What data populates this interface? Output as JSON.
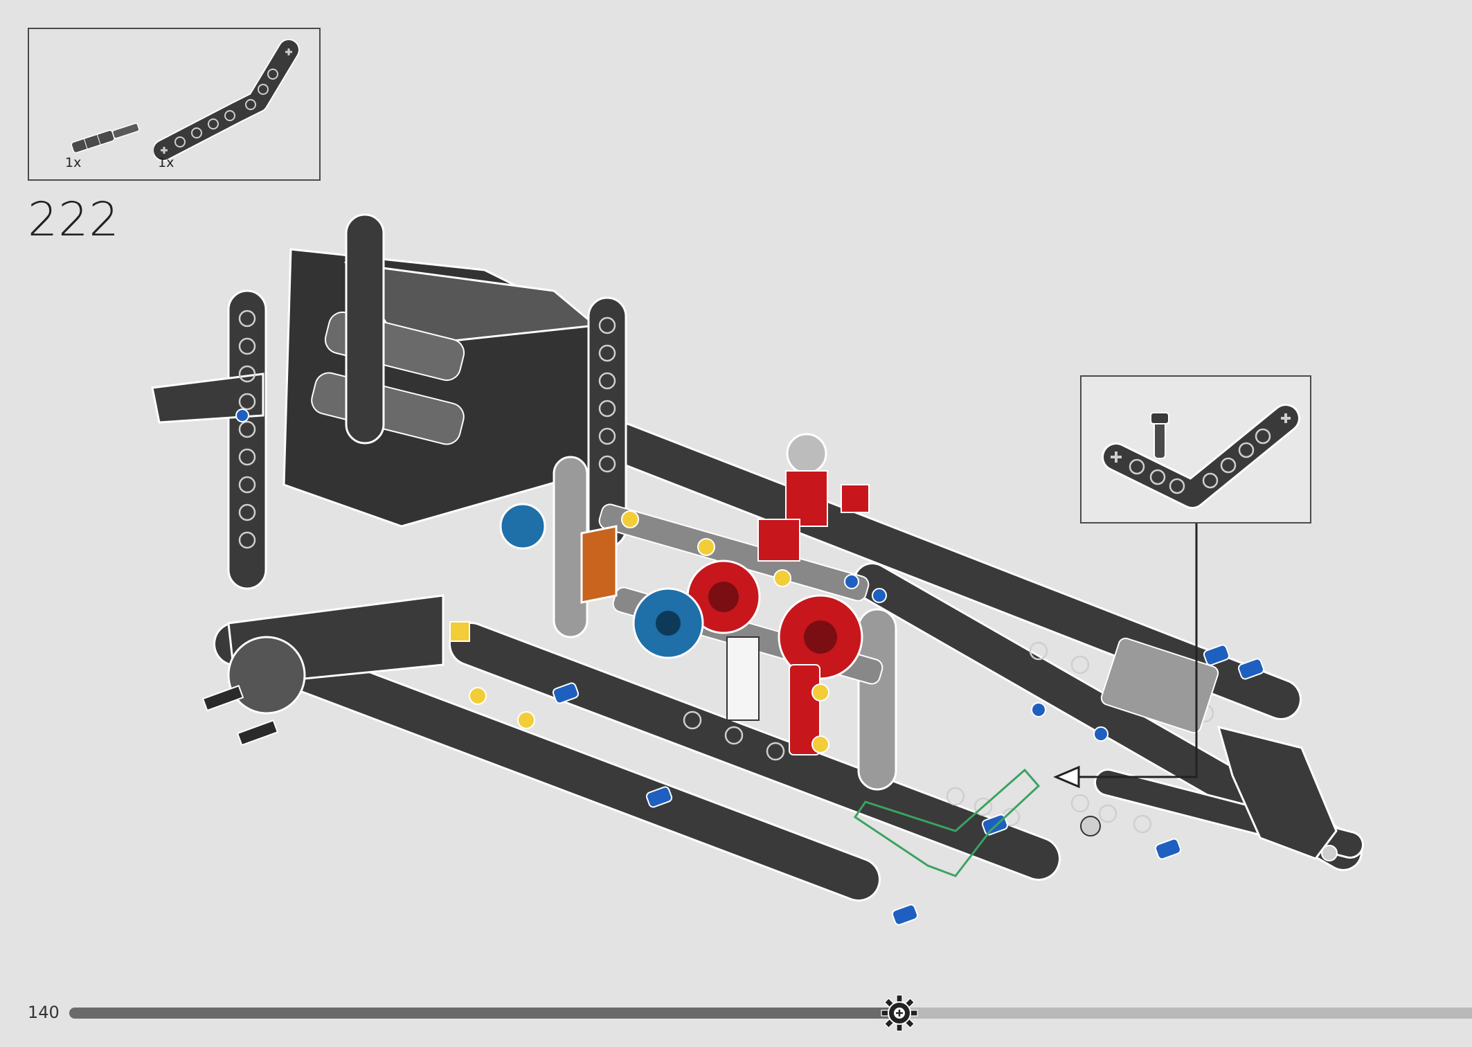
{
  "parts_list": {
    "items": [
      {
        "part": "axle-pin-icon",
        "quantity": "1x"
      },
      {
        "part": "bent-beam-icon",
        "quantity": "1x"
      }
    ]
  },
  "step": {
    "number": "222"
  },
  "footer": {
    "page_number": "140",
    "progress_fraction": 0.592,
    "marker_icon": "gear-icon"
  },
  "colors": {
    "background": "#e3e3e3",
    "dark_beam": "#3a3a3a",
    "light_gray": "#9a9a9a",
    "red": "#c8161d",
    "blue": "#1f5fbf",
    "yellow": "#f2cd37",
    "orange": "#c8641e",
    "highlight": "#3aa360"
  }
}
